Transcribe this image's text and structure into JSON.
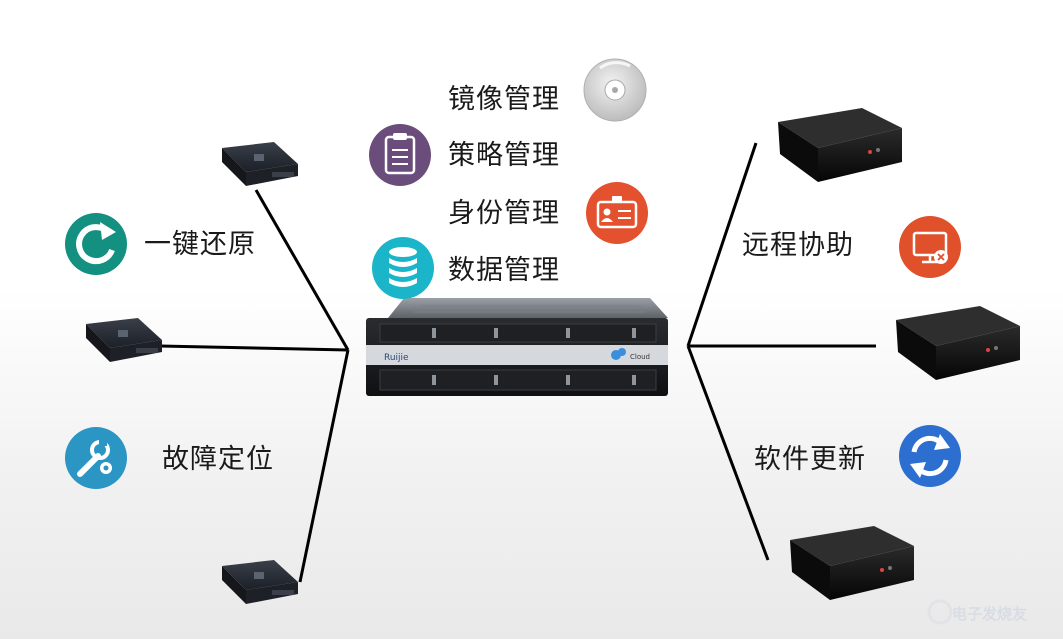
{
  "center_features": [
    "镜像管理",
    "策略管理",
    "身份管理",
    "数据管理"
  ],
  "left_features": [
    "一键还原",
    "故障定位"
  ],
  "right_features": [
    "远程协助",
    "软件更新"
  ],
  "server": {
    "brand": "Ruijie",
    "badge": "Cloud"
  },
  "icons": {
    "image_mgmt": "disc-icon",
    "policy_mgmt": "clipboard-icon",
    "identity_mgmt": "id-card-icon",
    "data_mgmt": "database-icon",
    "restore": "restore-arrow-icon",
    "troubleshoot": "wrench-gear-icon",
    "remote_assist": "remote-desktop-icon",
    "software_update": "sync-icon"
  },
  "colors": {
    "disc": "#c8c8c8",
    "policy": "#6b4d7c",
    "identity": "#e4512f",
    "data": "#1ab5c9",
    "restore": "#13907f",
    "troubleshoot": "#2b95c3",
    "remote": "#e0502a",
    "update": "#2c6fd0"
  },
  "watermark": "电子发烧友"
}
